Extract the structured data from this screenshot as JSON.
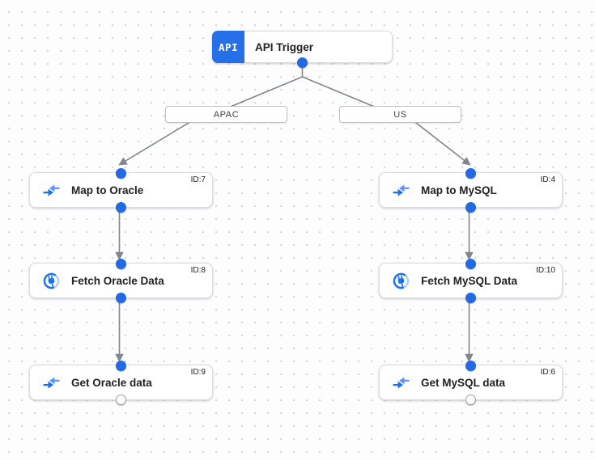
{
  "canvas": {
    "name": "integration-flow-canvas",
    "accent_blue": "#2368e4",
    "edge_gray": "#80868b",
    "node_border": "#dadce0",
    "grid_dot_color": "#d6d9de"
  },
  "trigger": {
    "badge_label": "API",
    "title": "API Trigger"
  },
  "branches": [
    {
      "label": "APAC"
    },
    {
      "label": "US"
    }
  ],
  "nodes": [
    {
      "title": "Map to Oracle",
      "id_label": "ID:7",
      "icon": "data-mapping-icon"
    },
    {
      "title": "Fetch Oracle Data",
      "id_label": "ID:8",
      "icon": "connector-icon"
    },
    {
      "title": "Get Oracle data",
      "id_label": "ID:9",
      "icon": "data-mapping-icon"
    },
    {
      "title": "Map to MySQL",
      "id_label": "ID:4",
      "icon": "data-mapping-icon"
    },
    {
      "title": "Fetch MySQL Data",
      "id_label": "ID:10",
      "icon": "connector-icon"
    },
    {
      "title": "Get MySQL data",
      "id_label": "ID:6",
      "icon": "data-mapping-icon"
    }
  ]
}
